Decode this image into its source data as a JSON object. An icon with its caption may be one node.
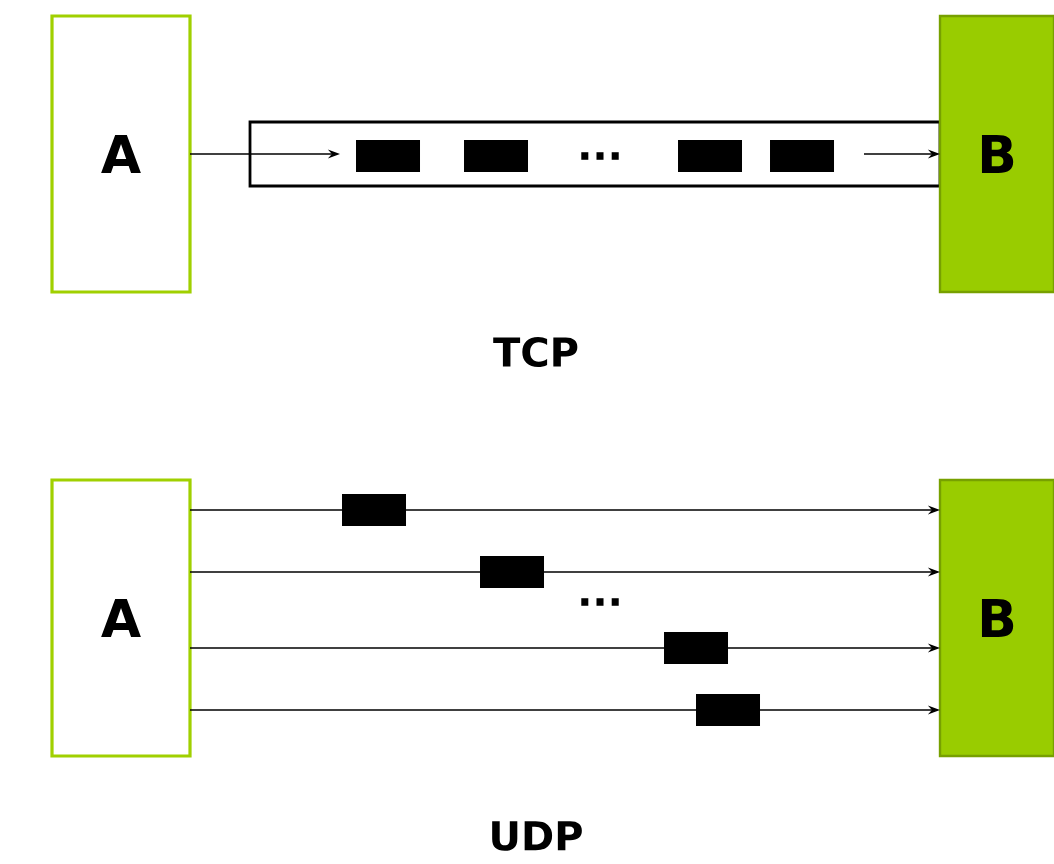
{
  "diagram": {
    "nodes": [
      {
        "text": [
          "A"
        ]
      },
      {
        "text": [],
        "shape": "box"
      },
      {
        "text": [
          "B"
        ]
      },
      {
        "text": [
          "A"
        ]
      },
      {
        "text": [
          "B"
        ]
      }
    ],
    "edges": [
      {
        "from": 0,
        "to": 1,
        "arrow": "to"
      },
      {
        "from": 1,
        "to": 2,
        "arrow": "to"
      },
      {
        "from": 3,
        "to": 4,
        "arrow": "to"
      },
      {
        "from": 3,
        "to": 4,
        "arrow": "to"
      },
      {
        "from": 3,
        "to": 4,
        "arrow": "to"
      },
      {
        "from": 3,
        "to": 4,
        "arrow": "to"
      }
    ],
    "labels": [
      "...",
      "TCP",
      "...",
      "UDP"
    ]
  }
}
